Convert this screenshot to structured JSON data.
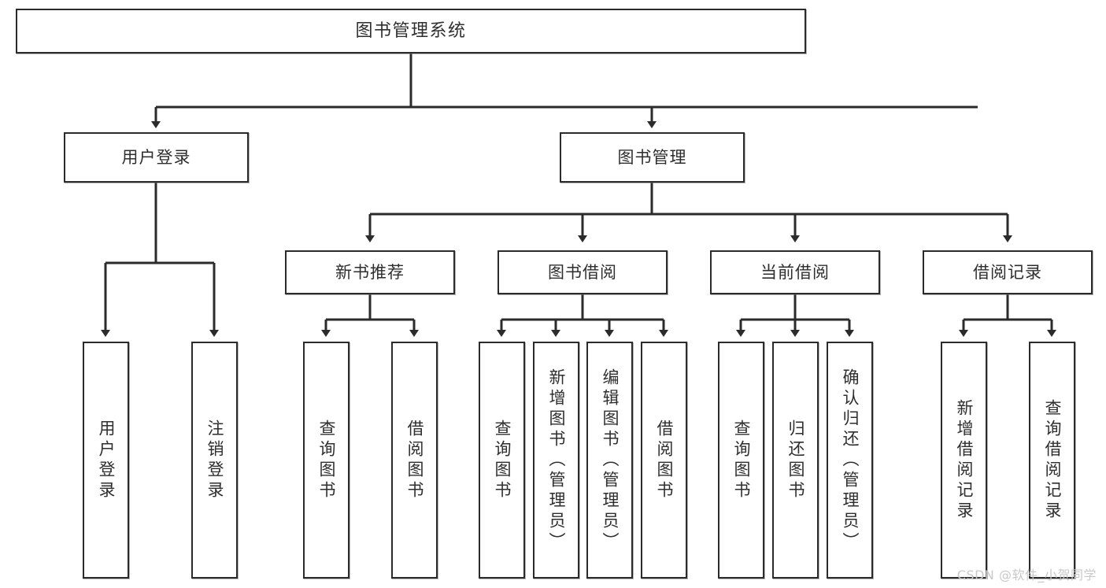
{
  "diagram": {
    "title": "图书管理系统",
    "type": "tree",
    "watermark": "CSDN @软件_小贺同学",
    "colors": {
      "box_border": "#2b2b2b",
      "box_fill": "#ffffff",
      "text": "#2e2e2e",
      "edge": "#2b2b2b",
      "watermark": "#c9c9c9",
      "page_background": "#ffffff"
    },
    "nodes": {
      "root": {
        "label": "图书管理系统"
      },
      "level2": [
        {
          "id": "user-login",
          "label": "用户登录"
        },
        {
          "id": "book-management",
          "label": "图书管理"
        }
      ],
      "level3": [
        {
          "id": "new-book-recommend",
          "label": "新书推荐"
        },
        {
          "id": "book-borrow",
          "label": "图书借阅"
        },
        {
          "id": "current-borrow",
          "label": "当前借阅"
        },
        {
          "id": "borrow-record",
          "label": "借阅记录"
        }
      ],
      "leaves": {
        "user-login": [
          {
            "id": "leaf-user-login",
            "label": "用户登录"
          },
          {
            "id": "leaf-logout-login",
            "label": "注销登录"
          }
        ],
        "new-book-recommend": [
          {
            "id": "leaf-query-book-1",
            "label": "查询图书"
          },
          {
            "id": "leaf-borrow-book-1",
            "label": "借阅图书"
          }
        ],
        "book-borrow": [
          {
            "id": "leaf-query-book-2",
            "label": "查询图书"
          },
          {
            "id": "leaf-add-book-admin",
            "label": "新增图书（管理员）"
          },
          {
            "id": "leaf-edit-book-admin",
            "label": "编辑图书（管理员）"
          },
          {
            "id": "leaf-borrow-book-2",
            "label": "借阅图书"
          }
        ],
        "current-borrow": [
          {
            "id": "leaf-query-book-3",
            "label": "查询图书"
          },
          {
            "id": "leaf-return-book",
            "label": "归还图书"
          },
          {
            "id": "leaf-confirm-return-admin",
            "label": "确认归还（管理员）"
          }
        ],
        "borrow-record": [
          {
            "id": "leaf-add-borrow-record",
            "label": "新增借阅记录"
          },
          {
            "id": "leaf-query-borrow-record",
            "label": "查询借阅记录"
          }
        ]
      }
    }
  }
}
